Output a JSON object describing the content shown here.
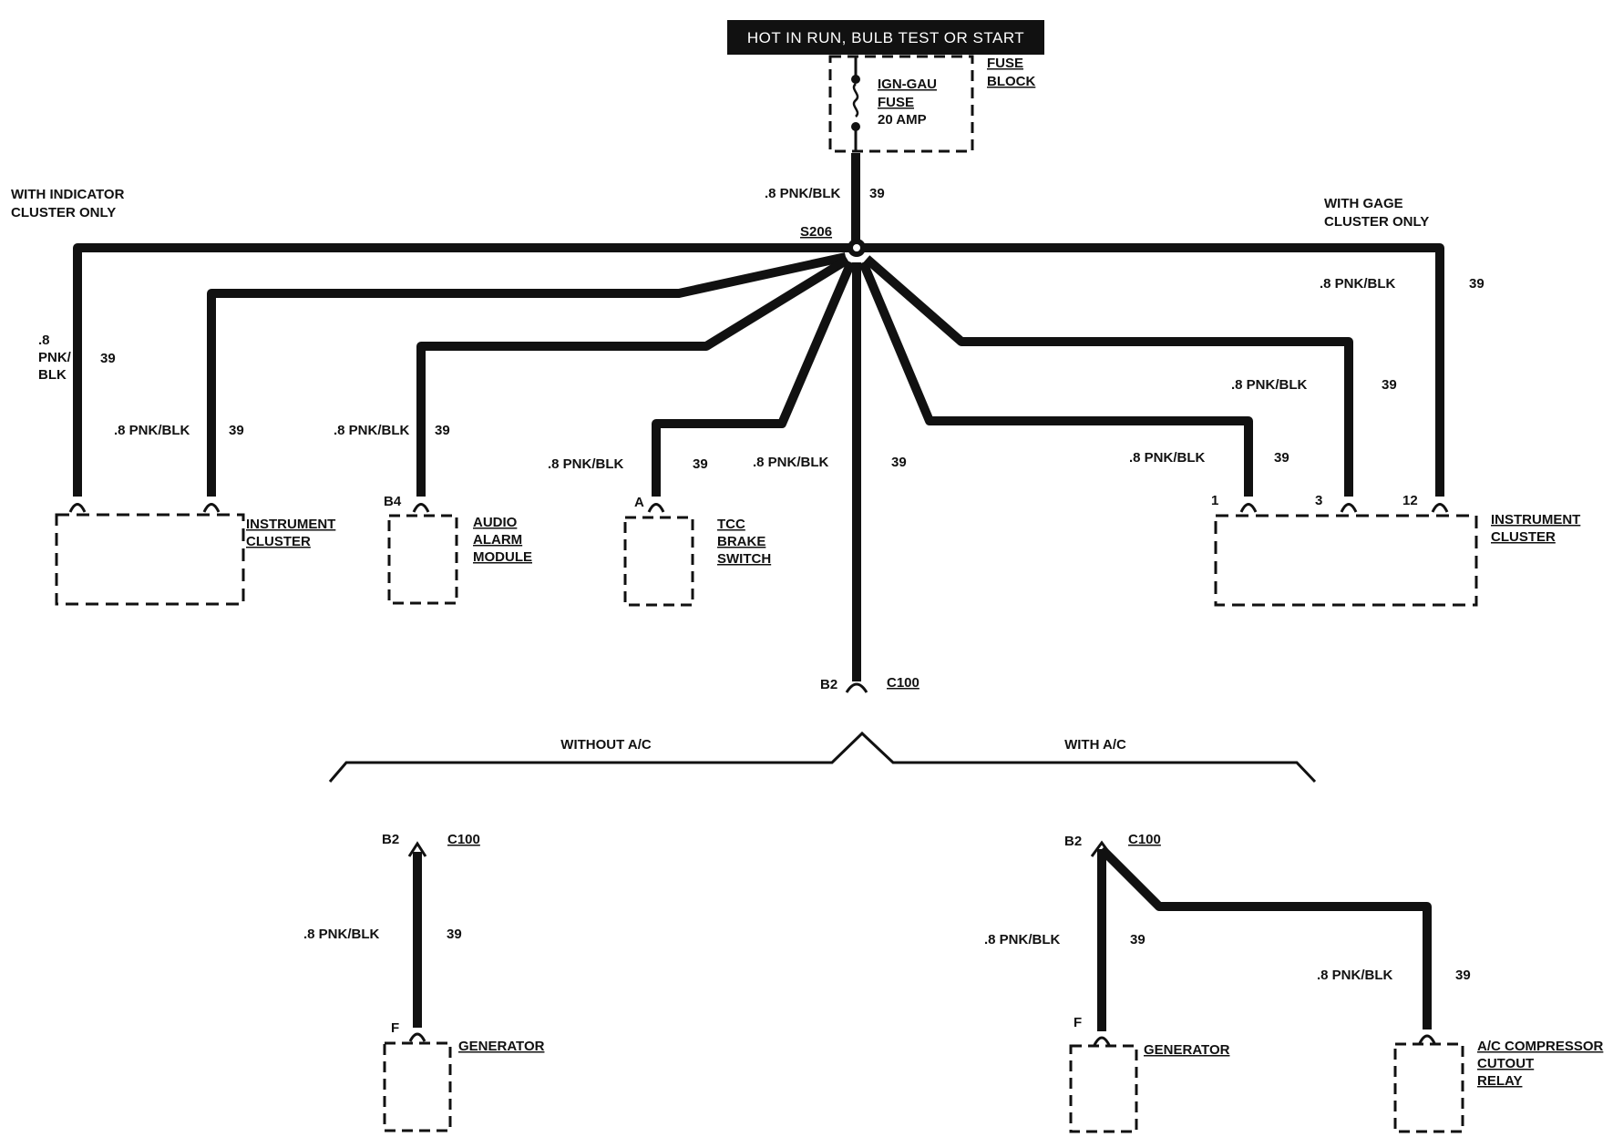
{
  "banner": "HOT IN RUN, BULB  TEST OR START",
  "fuse": {
    "name_line1": "IGN-GAU",
    "name_line2": "FUSE",
    "rating": "20 AMP"
  },
  "fuse_block": {
    "line1": "FUSE",
    "line2": "BLOCK"
  },
  "splice": "S206",
  "wire_label": ".8 PNK/BLK",
  "circuit": "39",
  "wire_label_stacked": {
    "line1": ".8",
    "line2": "PNK/",
    "line3": "BLK"
  },
  "notes": {
    "indicator_line1": "WITH INDICATOR",
    "indicator_line2": "CLUSTER ONLY",
    "gage_line1": "WITH GAGE",
    "gage_line2": "CLUSTER ONLY",
    "without_ac": "WITHOUT A/C",
    "with_ac": "WITH A/C"
  },
  "components": {
    "cluster_left": {
      "line1": "INSTRUMENT",
      "line2": "CLUSTER"
    },
    "audio_alarm": {
      "line1": "AUDIO",
      "line2": "ALARM",
      "line3": "MODULE",
      "pin": "B4"
    },
    "tcc_brake": {
      "line1": "TCC",
      "line2": "BRAKE",
      "line3": "SWITCH",
      "pin": "A"
    },
    "cluster_right": {
      "line1": "INSTRUMENT",
      "line2": "CLUSTER",
      "pin1": "1",
      "pin2": "3",
      "pin3": "12"
    },
    "connector": {
      "pin": "B2",
      "name": "C100"
    },
    "generator": {
      "label": "GENERATOR",
      "pin": "F"
    },
    "ac_relay": {
      "line1": "A/C COMPRESSOR",
      "line2": "CUTOUT",
      "line3": "RELAY"
    }
  }
}
